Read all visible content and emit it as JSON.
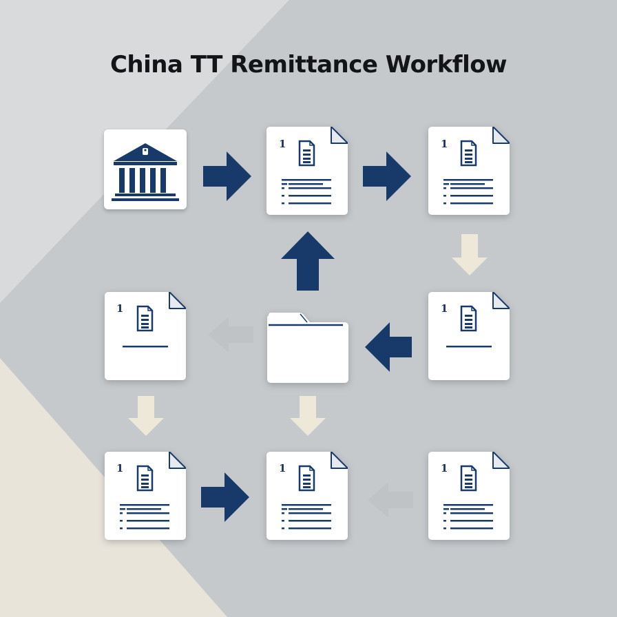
{
  "title": "China TT Remittance Workflow",
  "colors": {
    "navy": "#173a6b",
    "cream_arrow": "#ede8d8",
    "card": "#ffffff",
    "background": "#c6c9cb"
  },
  "nodes": [
    {
      "id": "bank",
      "icon": "bank-icon"
    },
    {
      "id": "doc-row1-col2",
      "icon": "document-icon",
      "number": "1",
      "lines": "list"
    },
    {
      "id": "doc-row1-col3",
      "icon": "document-icon",
      "number": "1",
      "lines": "list"
    },
    {
      "id": "doc-row2-col1",
      "icon": "document-icon",
      "number": "1",
      "lines": "single"
    },
    {
      "id": "folder",
      "icon": "folder-icon"
    },
    {
      "id": "doc-row2-col3",
      "icon": "document-icon",
      "number": "1",
      "lines": "single"
    },
    {
      "id": "doc-row3-col1",
      "icon": "document-icon",
      "number": "1",
      "lines": "list"
    },
    {
      "id": "doc-row3-col2",
      "icon": "document-icon",
      "number": "1",
      "lines": "list"
    },
    {
      "id": "doc-row3-col3",
      "icon": "document-icon",
      "number": "1",
      "lines": "list"
    }
  ],
  "arrows": [
    {
      "from": "bank",
      "to": "doc-row1-col2",
      "direction": "right",
      "style": "navy"
    },
    {
      "from": "doc-row1-col2",
      "to": "doc-row1-col3",
      "direction": "right",
      "style": "navy"
    },
    {
      "from": "doc-row1-col3",
      "to": "doc-row2-col3",
      "direction": "down",
      "style": "cream"
    },
    {
      "from": "doc-row2-col3",
      "to": "folder",
      "direction": "left",
      "style": "navy"
    },
    {
      "from": "folder",
      "to": "doc-row1-col2",
      "direction": "up",
      "style": "navy"
    },
    {
      "from": "doc-row2-col1",
      "to": "doc-row3-col1",
      "direction": "down",
      "style": "cream"
    },
    {
      "from": "folder",
      "to": "doc-row3-col2",
      "direction": "down",
      "style": "cream"
    },
    {
      "from": "doc-row3-col1",
      "to": "doc-row3-col2",
      "direction": "right",
      "style": "navy"
    }
  ]
}
